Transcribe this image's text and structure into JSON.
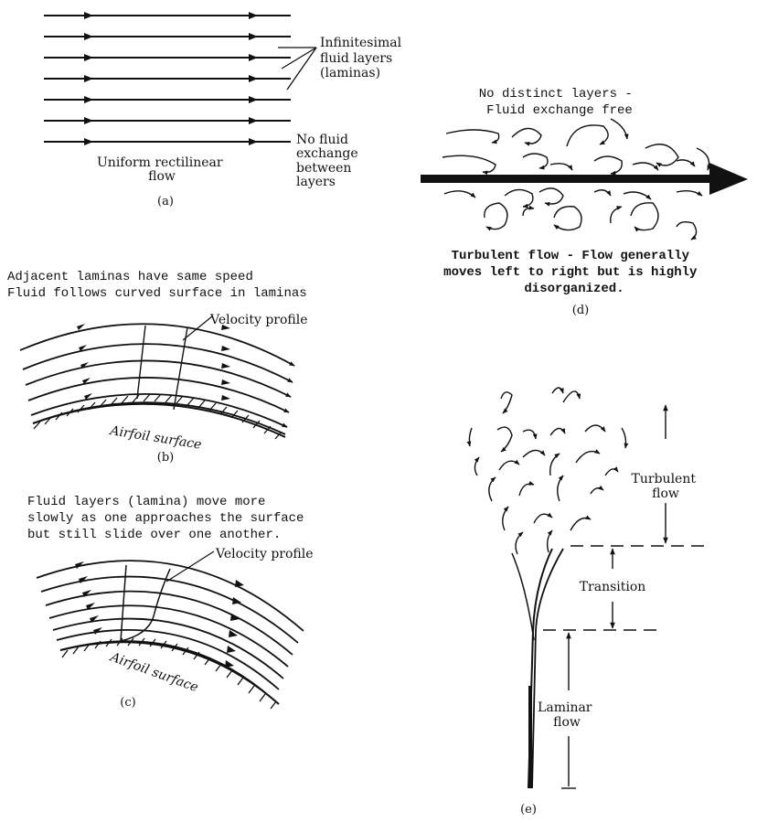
{
  "panel_a": {
    "note_layers": [
      "Infinitesimal",
      "fluid layers",
      "(laminas)"
    ],
    "note_exchange": [
      "No fluid",
      "exchange",
      "between",
      "layers"
    ],
    "flow_label": [
      "Uniform rectilinear",
      "flow"
    ],
    "caption": "(a)"
  },
  "panel_b": {
    "heading": [
      "Adjacent laminas have same speed",
      "Fluid follows curved surface in laminas"
    ],
    "profile_label": "Velocity profile",
    "surface_label": "Airfoil surface",
    "caption": "(b)"
  },
  "panel_c": {
    "heading": [
      "Fluid layers (lamina) move more",
      "slowly as one approaches the surface",
      "but still slide over one another."
    ],
    "profile_label": "Velocity profile",
    "surface_label": "Airfoil surface",
    "caption": "(c)"
  },
  "panel_d": {
    "heading": [
      "No distinct layers -",
      "Fluid exchange free"
    ],
    "description": [
      "Turbulent flow - Flow generally",
      "moves left to right but is highly",
      "disorganized."
    ],
    "caption": "(d)"
  },
  "panel_e": {
    "turbulent_label": [
      "Turbulent",
      "flow"
    ],
    "transition_label": "Transition",
    "laminar_label": [
      "Laminar",
      "flow"
    ],
    "caption": "(e)"
  },
  "colors": {
    "ink": "#111111",
    "background": "#ffffff"
  }
}
